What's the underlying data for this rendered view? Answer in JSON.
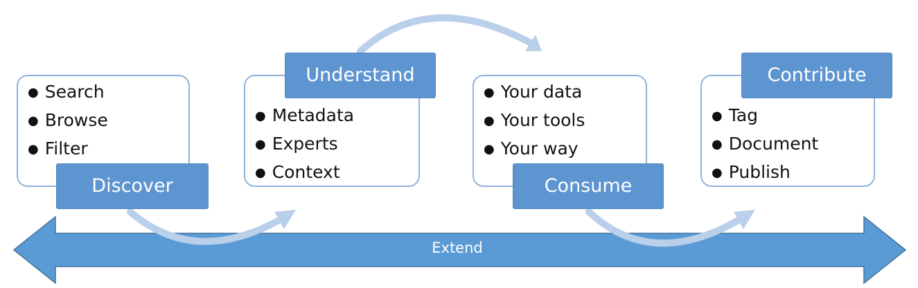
{
  "stages": [
    {
      "label": "Discover",
      "items": [
        "Search",
        "Browse",
        "Filter"
      ]
    },
    {
      "label": "Understand",
      "items": [
        "Metadata",
        "Experts",
        "Context"
      ]
    },
    {
      "label": "Consume",
      "items": [
        "Your data",
        "Your tools",
        "Your way"
      ]
    },
    {
      "label": "Contribute",
      "items": [
        "Tag",
        "Document",
        "Publish"
      ]
    }
  ],
  "extend_label": "Extend",
  "colors": {
    "accent": "#5b9bd5",
    "card_border": "#8fb2d9",
    "flow_arrow": "#b9cfea"
  }
}
